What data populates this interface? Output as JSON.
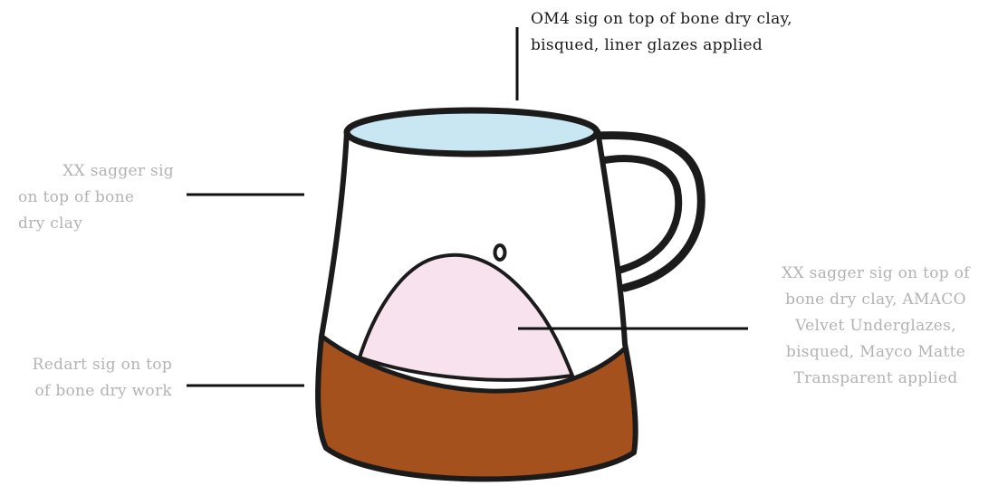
{
  "colors": {
    "outline": "#1b1b1b",
    "liner_glaze": "#c8e7f3",
    "underglaze_pink": "#f7e2ee",
    "redart_base": "#a5511e",
    "mug_body": "#ffffff",
    "dark_text": "#1a1a1a",
    "light_text": "#b3b3b3"
  },
  "callouts": {
    "top": [
      "OM4 sig on top of bone dry clay,",
      "bisqued, liner glazes applied"
    ],
    "left_top": [
      "XX sagger sig",
      "on top of bone",
      "dry clay"
    ],
    "left_bottom": [
      "Redart sig on top",
      "of bone dry work"
    ],
    "right": [
      "XX sagger sig on top of",
      "bone dry clay, AMACO",
      "Velvet Underglazes,",
      "bisqued, Mayco Matte",
      "Transparent applied"
    ]
  }
}
